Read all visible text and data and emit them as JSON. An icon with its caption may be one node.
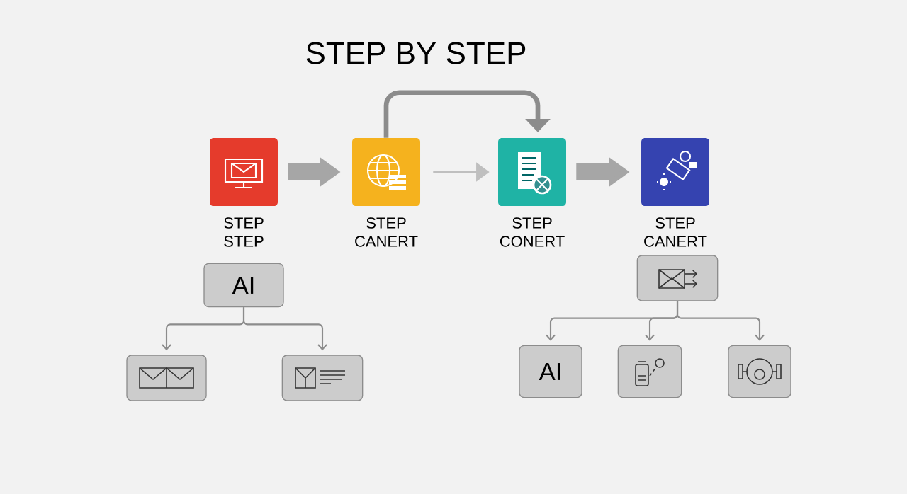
{
  "diagram": {
    "title": "STEP BY STEP",
    "nodes": [
      {
        "text": [
          "STEP STEP"
        ]
      },
      {
        "text": [
          "STEP CANERT"
        ]
      },
      {
        "text": [
          "STEP CONERT"
        ]
      },
      {
        "text": [
          "STEP CANERT"
        ]
      },
      {
        "text": [
          "AI"
        ]
      },
      {
        "text": [],
        "shape": "box"
      },
      {
        "text": [],
        "shape": "box"
      },
      {
        "text": [],
        "shape": "box"
      },
      {
        "text": [
          "AI"
        ]
      },
      {
        "text": [],
        "shape": "box"
      },
      {
        "text": [],
        "shape": "box"
      }
    ],
    "edges": [
      {
        "from": 0,
        "to": 1,
        "arrow": "to",
        "style": "thick"
      },
      {
        "from": 1,
        "to": 2,
        "arrow": "to"
      },
      {
        "from": 2,
        "to": 3,
        "arrow": "to",
        "style": "thick"
      },
      {
        "from": 1,
        "to": 2,
        "arrow": "to",
        "style": "thick"
      },
      {
        "from": 4,
        "to": 5,
        "arrow": "to"
      },
      {
        "from": 4,
        "to": 6,
        "arrow": "to"
      },
      {
        "from": 7,
        "to": 8,
        "arrow": "to"
      },
      {
        "from": 7,
        "to": 9,
        "arrow": "to"
      },
      {
        "from": 7,
        "to": 10,
        "arrow": "to"
      }
    ]
  }
}
